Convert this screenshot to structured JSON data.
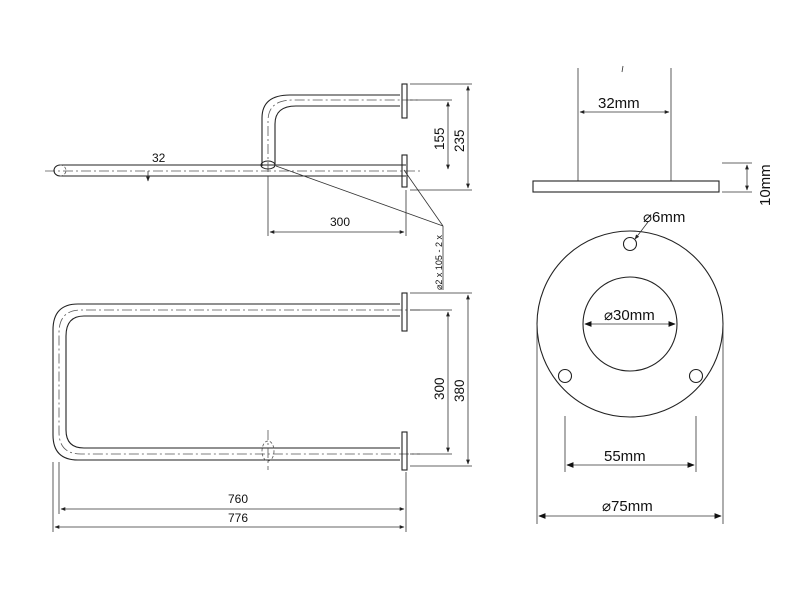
{
  "top_view": {
    "dim_tube": "32",
    "dim_depth": "300",
    "dim_height_inner": "155",
    "dim_height_outer": "235",
    "dim_screw": "⌀2 x 105 - 2 x"
  },
  "front_view": {
    "dim_inner_height": "300",
    "dim_outer_height": "380",
    "dim_length_inner": "760",
    "dim_length_outer": "776"
  },
  "flange_side": {
    "dim_tube": "32mm",
    "dim_thickness": "10mm"
  },
  "flange_front": {
    "dim_hole": "⌀6mm",
    "dim_bore": "⌀30mm",
    "dim_hole_spacing": "55mm",
    "dim_diameter": "⌀75mm"
  }
}
